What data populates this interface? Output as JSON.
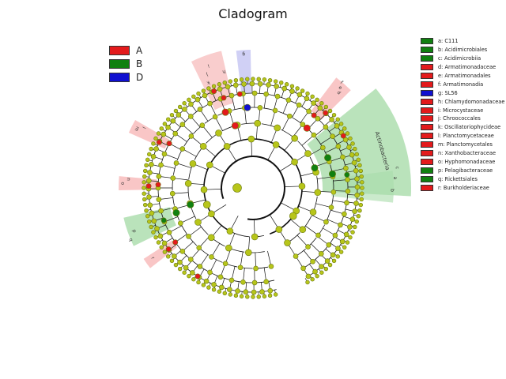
{
  "title": "Cladogram",
  "colors": {
    "A": "#e31a1c",
    "B": "#108010",
    "D": "#1010d0",
    "node": "#b7c51a",
    "node_edge": "#6b7a10",
    "shade_A": "#f7b8b8",
    "shade_B": "#a9dcaa",
    "shade_D": "#c4c4f2"
  },
  "groups": [
    {
      "label": "A",
      "color": "#e31a1c"
    },
    {
      "label": "B",
      "color": "#108010"
    },
    {
      "label": "D",
      "color": "#1010d0"
    }
  ],
  "taxa": [
    {
      "key": "a",
      "name": "C111",
      "group": "B"
    },
    {
      "key": "b",
      "name": "Acidimicrobiales",
      "group": "B"
    },
    {
      "key": "c",
      "name": "Acidimicrobiia",
      "group": "B"
    },
    {
      "key": "d",
      "name": "Armatimonadaceae",
      "group": "A"
    },
    {
      "key": "e",
      "name": "Armatimonadales",
      "group": "A"
    },
    {
      "key": "f",
      "name": "Armatimonadia",
      "group": "A"
    },
    {
      "key": "g",
      "name": "SL56",
      "group": "D"
    },
    {
      "key": "h",
      "name": "Chlamydomonadaceae",
      "group": "A"
    },
    {
      "key": "i",
      "name": "Microcystaceae",
      "group": "A"
    },
    {
      "key": "j",
      "name": "Chroococcales",
      "group": "A"
    },
    {
      "key": "k",
      "name": "Oscillatoriophycideae",
      "group": "A"
    },
    {
      "key": "l",
      "name": "Planctomycetaceae",
      "group": "A"
    },
    {
      "key": "m",
      "name": "Planctomycetales",
      "group": "A"
    },
    {
      "key": "n",
      "name": "Xanthobacteraceae",
      "group": "A"
    },
    {
      "key": "o",
      "name": "Hyphomonadaceae",
      "group": "A"
    },
    {
      "key": "p",
      "name": "Pelagibacteraceae",
      "group": "B"
    },
    {
      "key": "q",
      "name": "Rickettsiales",
      "group": "B"
    },
    {
      "key": "r",
      "name": "Burkholderiaceae",
      "group": "A"
    }
  ],
  "clade_annotations": [
    {
      "label": "Actinobacteria",
      "group": "B"
    },
    {
      "label": "a",
      "group": "B"
    },
    {
      "label": "b",
      "group": "B"
    },
    {
      "label": "c",
      "group": "B"
    },
    {
      "label": "d",
      "group": "A"
    },
    {
      "label": "e",
      "group": "A"
    },
    {
      "label": "f",
      "group": "A"
    },
    {
      "label": "g",
      "group": "D"
    },
    {
      "label": "h",
      "group": "A"
    },
    {
      "label": "i",
      "group": "A"
    },
    {
      "label": "j",
      "group": "A"
    },
    {
      "label": "k",
      "group": "A"
    },
    {
      "label": "l",
      "group": "A"
    },
    {
      "label": "m",
      "group": "A"
    },
    {
      "label": "n",
      "group": "A"
    },
    {
      "label": "o",
      "group": "A"
    },
    {
      "label": "p",
      "group": "B"
    },
    {
      "label": "q",
      "group": "B"
    },
    {
      "label": "r",
      "group": "A"
    }
  ]
}
